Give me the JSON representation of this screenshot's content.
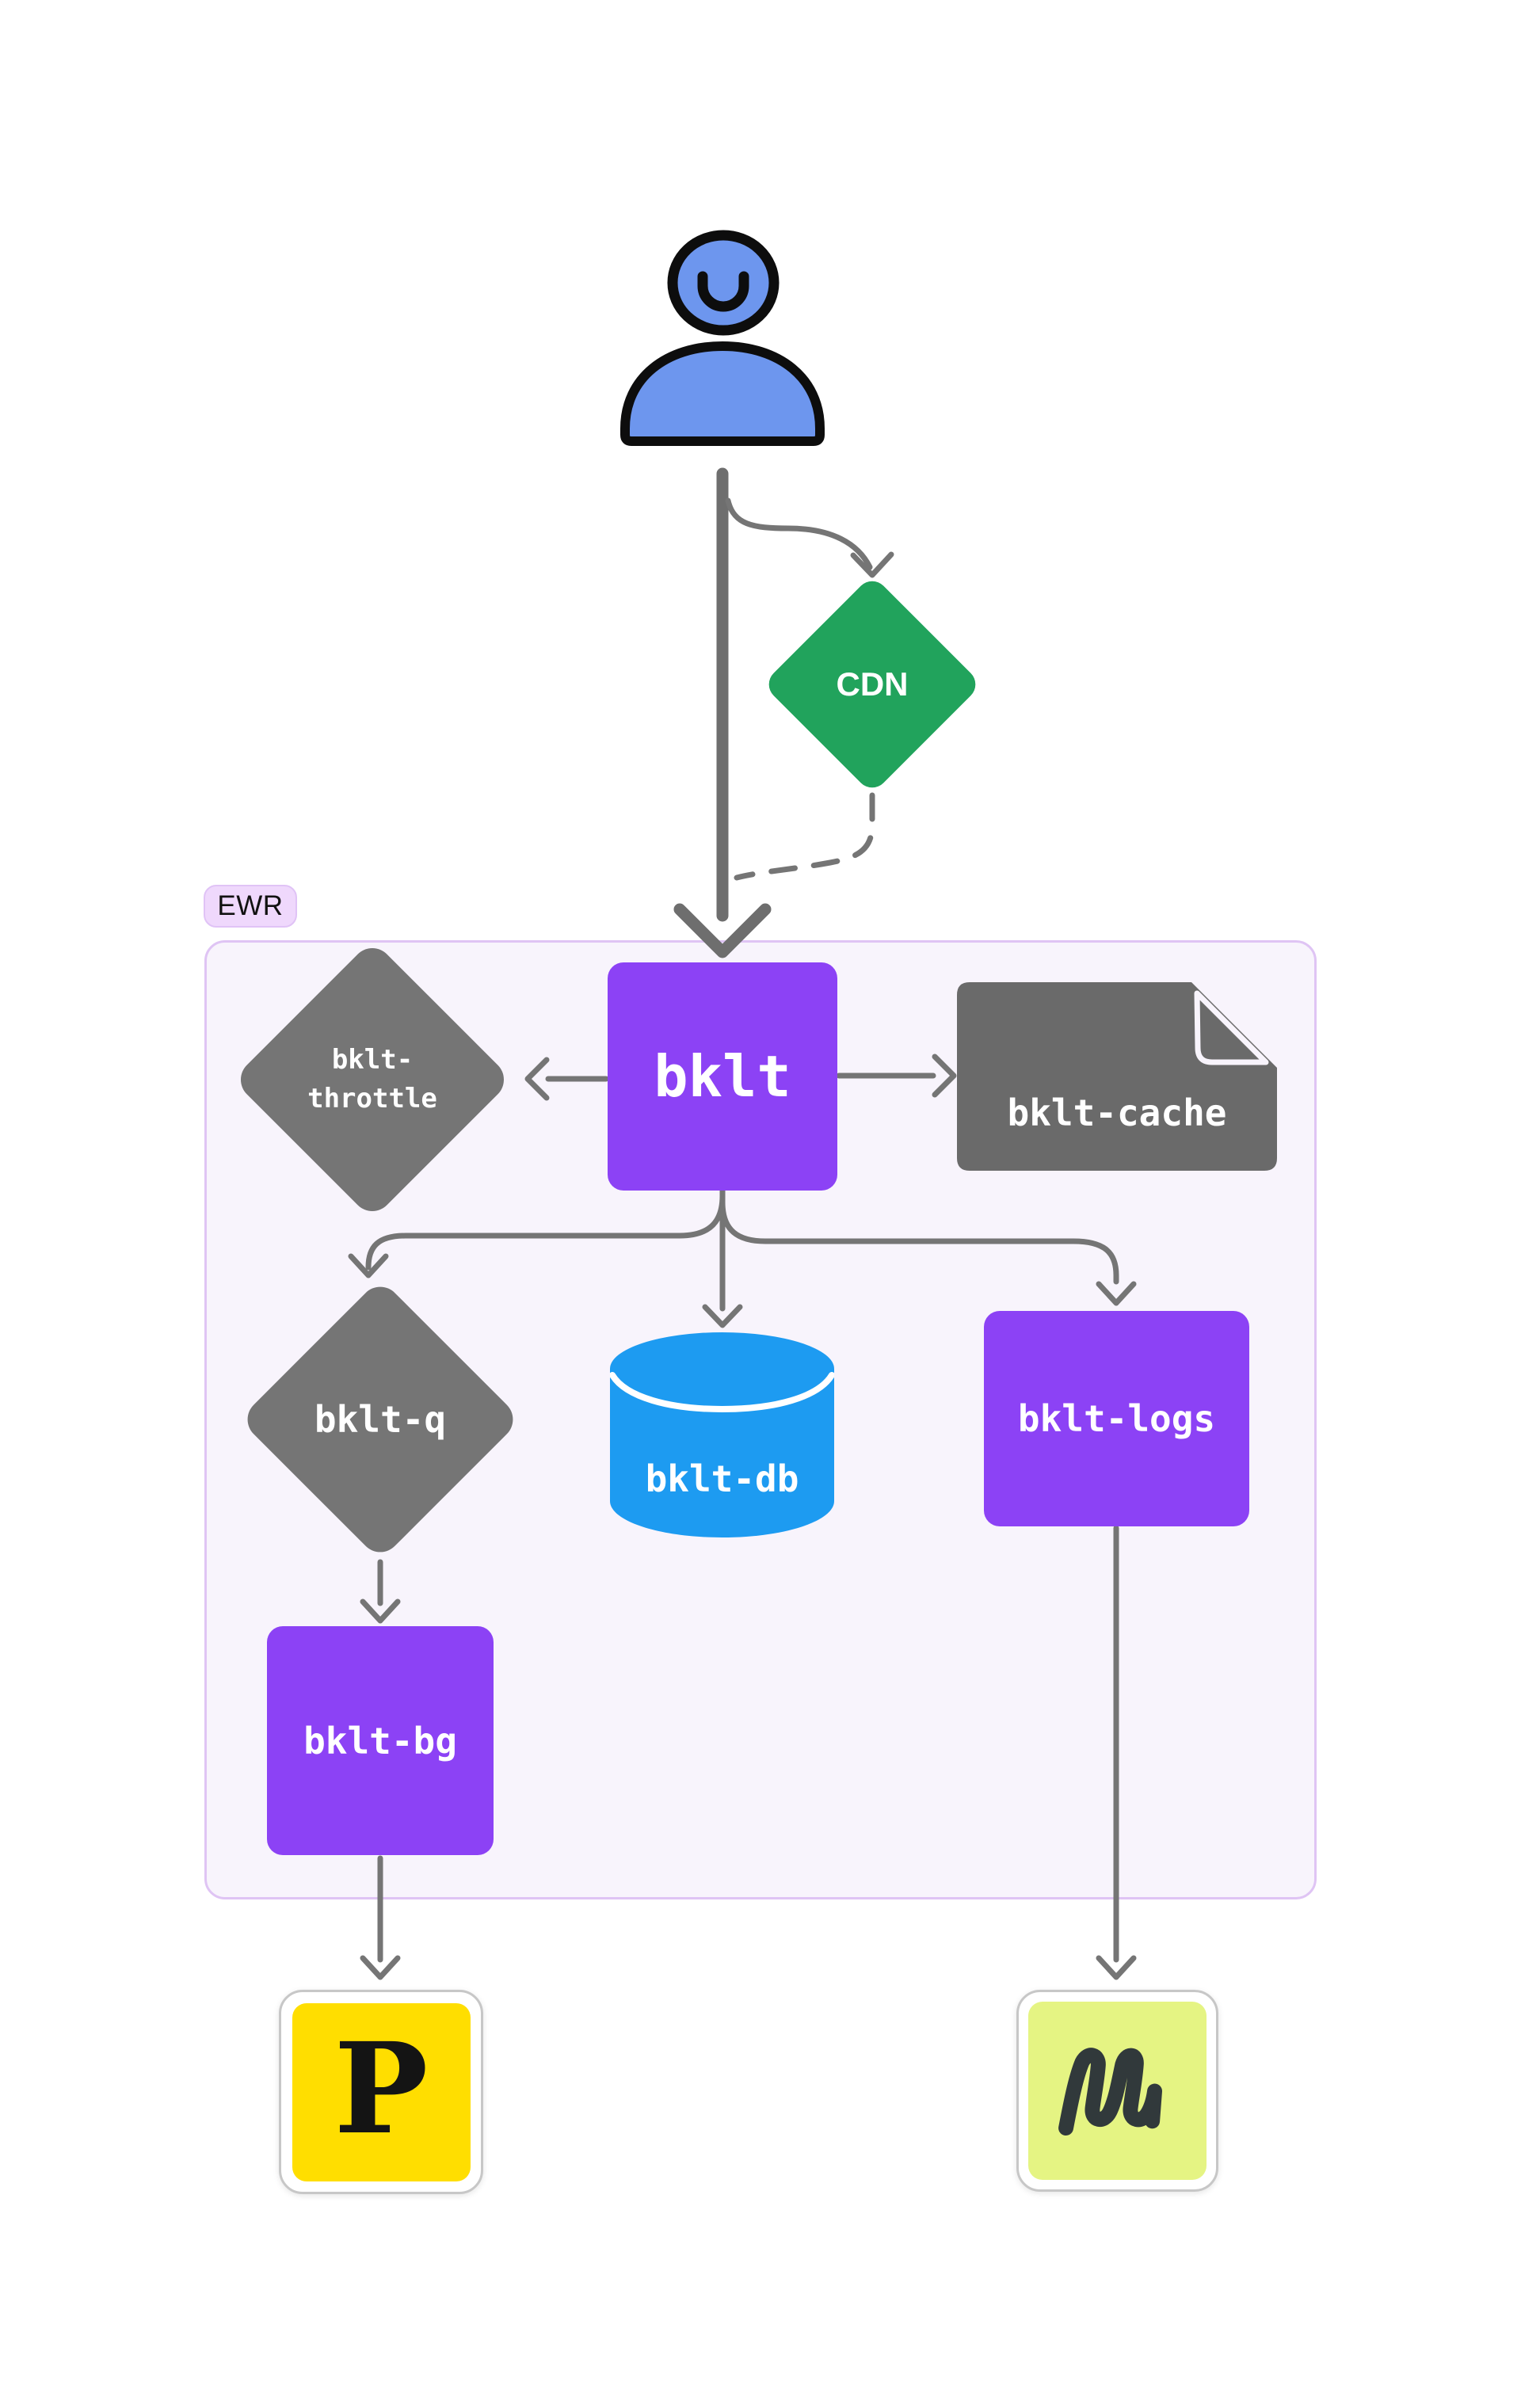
{
  "diagram": {
    "region": {
      "label": "EWR",
      "contains": [
        "bklt-throttle",
        "bklt",
        "bklt-cache",
        "bklt-q",
        "bklt-db",
        "bklt-logs",
        "bklt-bg"
      ]
    },
    "nodes": {
      "user": {
        "icon": "user-icon",
        "shape": "person"
      },
      "cdn": {
        "label": "CDN",
        "shape": "diamond"
      },
      "bklt": {
        "label": "bklt",
        "shape": "rounded-rect"
      },
      "bklt_throttle": {
        "label_line1": "bklt-",
        "label_line2": "throttle",
        "shape": "diamond"
      },
      "bklt_cache": {
        "label": "bklt-cache",
        "shape": "document"
      },
      "bklt_q": {
        "label": "bklt-q",
        "shape": "diamond"
      },
      "bklt_db": {
        "label": "bklt-db",
        "shape": "cylinder"
      },
      "bklt_logs": {
        "label": "bklt-logs",
        "shape": "rounded-rect"
      },
      "bklt_bg": {
        "label": "bklt-bg",
        "shape": "rounded-rect"
      },
      "postmark": {
        "label": "P",
        "icon": "postmark-logo"
      },
      "mailgun": {
        "label": "m",
        "icon": "mailgun-logo"
      }
    },
    "edges": [
      {
        "from": "user",
        "to": "bklt",
        "style": "thick-solid-arrow"
      },
      {
        "from": "user",
        "to": "cdn",
        "style": "solid-arrow"
      },
      {
        "from": "cdn",
        "to": "bklt",
        "style": "dashed"
      },
      {
        "from": "bklt",
        "to": "bklt-throttle",
        "style": "solid-arrow"
      },
      {
        "from": "bklt",
        "to": "bklt-cache",
        "style": "solid-arrow"
      },
      {
        "from": "bklt",
        "to": "bklt-q",
        "style": "solid-arrow"
      },
      {
        "from": "bklt",
        "to": "bklt-db",
        "style": "solid-arrow"
      },
      {
        "from": "bklt",
        "to": "bklt-logs",
        "style": "solid-arrow"
      },
      {
        "from": "bklt-q",
        "to": "bklt-bg",
        "style": "solid-arrow"
      },
      {
        "from": "bklt-bg",
        "to": "postmark",
        "style": "solid-arrow"
      },
      {
        "from": "bklt-logs",
        "to": "mailgun",
        "style": "solid-arrow"
      }
    ]
  },
  "colors": {
    "page-bg": "#FFFFFF",
    "edge": "#757575",
    "edge-thick": "#6E6E6E",
    "purple": "#8C42F5",
    "gray-diamond": "#757575",
    "gray-doc": "#6A6A6A",
    "db-blue": "#1D9BF1",
    "cdn-green": "#21A35C",
    "user-blue": "#6D96EE",
    "user-outline": "#0D0D0D",
    "region-fill": "#F8F4FC",
    "region-border": "#DFC4F4",
    "pill-fill": "#EFD8FC",
    "pill-border": "#E0C3F6",
    "pill-text": "#111111",
    "node-text": "#FFFFFF",
    "postmark-yellow": "#FFDE00",
    "postmark-letter": "#141414",
    "mailgun-green": "#E5F483",
    "mailgun-letter": "#31393B",
    "card-bg": "#FFFFFF",
    "card-border": "#C7C7C7"
  }
}
